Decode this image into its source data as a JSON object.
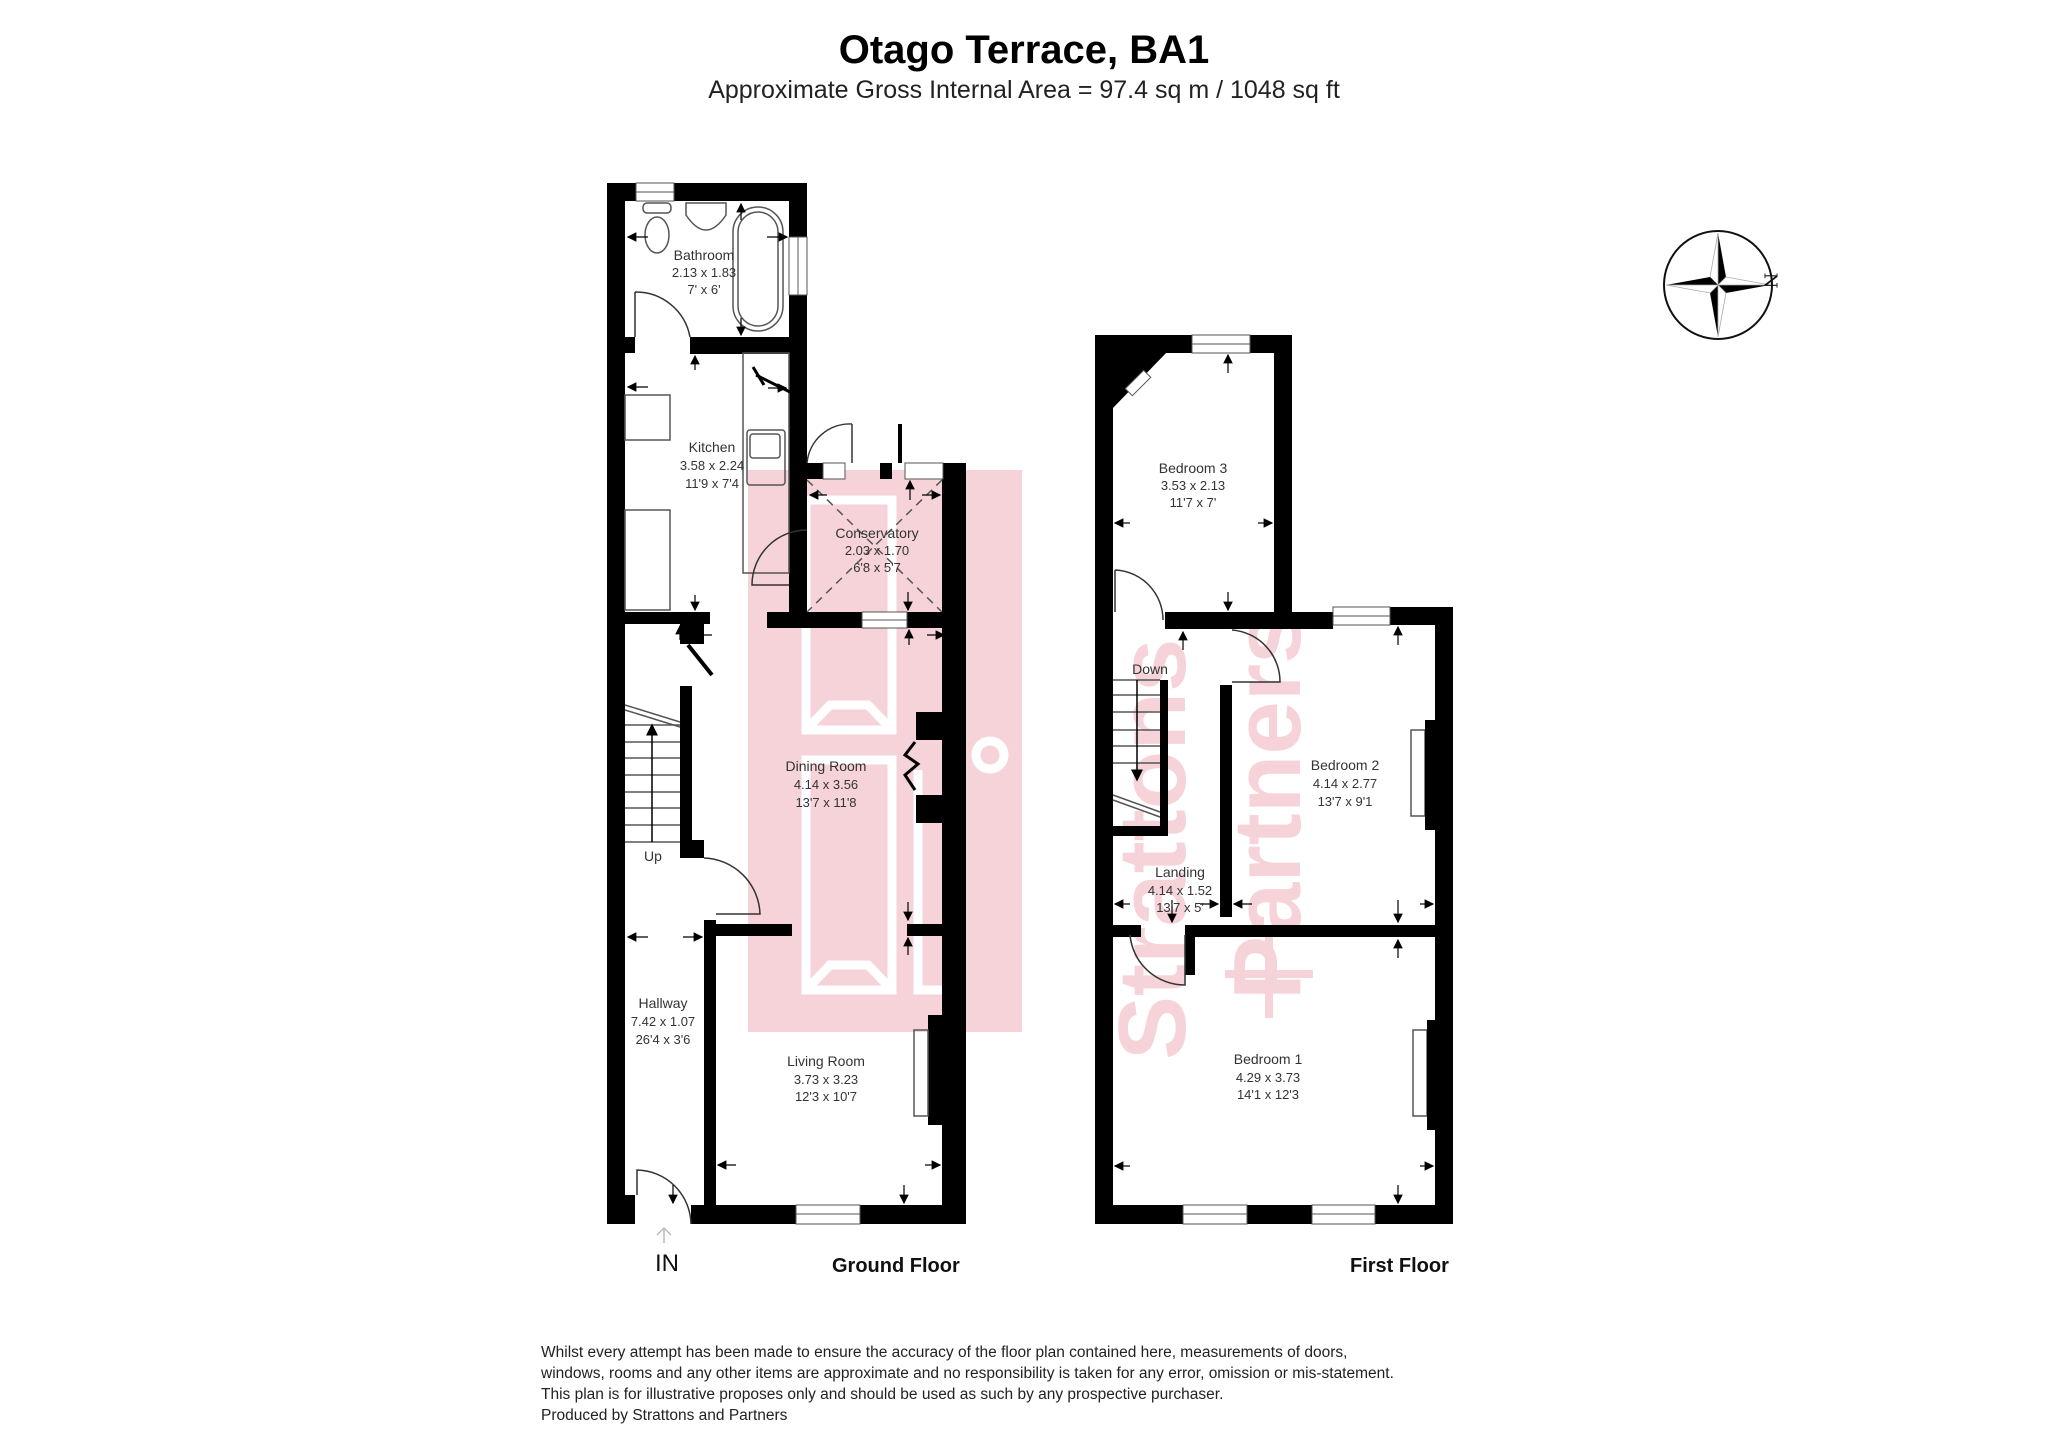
{
  "header": {
    "title": "Otago Terrace, BA1",
    "subtitle": "Approximate Gross Internal Area = 97.4 sq m / 1048 sq ft"
  },
  "floors": {
    "ground": {
      "label": "Ground Floor",
      "entrance_label": "IN",
      "rooms": [
        {
          "name": "Bathroom",
          "metric": "2.13 x 1.83",
          "imperial": "7' x 6'"
        },
        {
          "name": "Kitchen",
          "metric": "3.58 x 2.24",
          "imperial": "11'9 x 7'4"
        },
        {
          "name": "Conservatory",
          "metric": "2.03 x 1.70",
          "imperial": "6'8 x 5'7"
        },
        {
          "name": "Dining Room",
          "metric": "4.14 x 3.56",
          "imperial": "13'7 x 11'8"
        },
        {
          "name": "Hallway",
          "metric": "7.42 x 1.07",
          "imperial": "26'4 x 3'6"
        },
        {
          "name": "Living Room",
          "metric": "3.73 x 3.23",
          "imperial": "12'3 x 10'7"
        }
      ],
      "stairs_label": "Up"
    },
    "first": {
      "label": "First Floor",
      "rooms": [
        {
          "name": "Bedroom 3",
          "metric": "3.53 x 2.13",
          "imperial": "11'7 x 7'"
        },
        {
          "name": "Bedroom 2",
          "metric": "4.14 x 2.77",
          "imperial": "13'7 x 9'1"
        },
        {
          "name": "Landing",
          "metric": "4.14 x 1.52",
          "imperial": "13'7 x 5'"
        },
        {
          "name": "Bedroom 1",
          "metric": "4.29 x 3.73",
          "imperial": "14'1 x 12'3"
        }
      ],
      "stairs_label": "Down"
    }
  },
  "compass": {
    "north_label": "N"
  },
  "watermark": {
    "text": "Strattons + Partners",
    "color": "#f6d3d9"
  },
  "colors": {
    "wall": "#000000",
    "watermark": "#f6d3d9",
    "text": "#333333"
  },
  "disclaimer": {
    "lines": [
      "Whilst every attempt has been made to ensure the accuracy of the floor plan contained here, measurements of doors,",
      "windows, rooms and any other items are approximate and no responsibility is taken for any error, omission or mis-statement.",
      "This plan is for illustrative proposes only and should be used as such by any prospective purchaser.",
      "Produced by Strattons and Partners"
    ]
  }
}
